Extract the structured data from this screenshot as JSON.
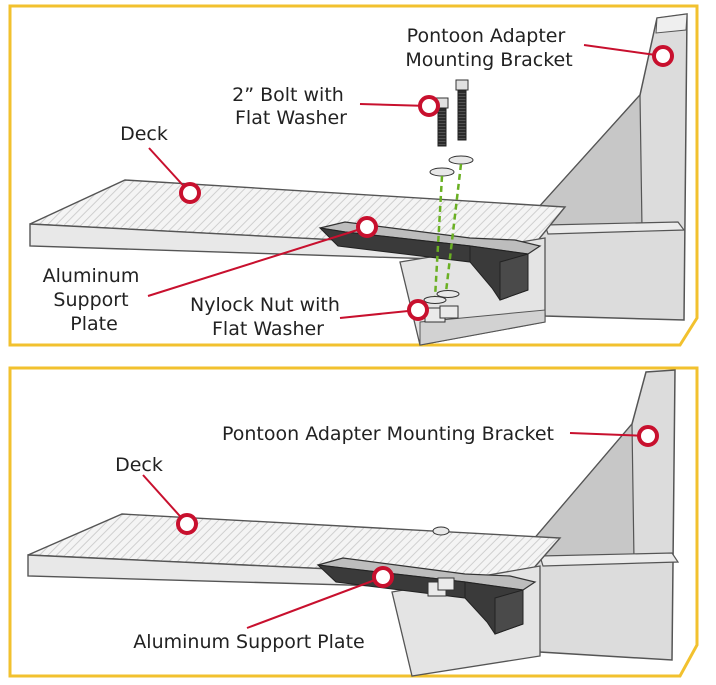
{
  "panels": [
    {
      "labels": {
        "pontoon_bracket": [
          "Pontoon Adapter",
          "Mounting Bracket"
        ],
        "bolt": [
          "2” Bolt with",
          "Flat Washer"
        ],
        "deck": "Deck",
        "support_plate": [
          "Aluminum",
          "Support",
          "Plate"
        ],
        "nylock_nut": [
          "Nylock Nut with",
          "Flat Washer"
        ]
      }
    },
    {
      "labels": {
        "pontoon_bracket": "Pontoon Adapter Mounting Bracket",
        "deck": "Deck",
        "support_plate": "Aluminum Support Plate"
      }
    }
  ],
  "colors": {
    "frame": "#f2c12e",
    "leader": "#c8102e",
    "bolt_guide": "#6ab023",
    "metal_light": "#dcdcdc",
    "metal_dark": "#3a3a3a",
    "outline": "#555555"
  }
}
